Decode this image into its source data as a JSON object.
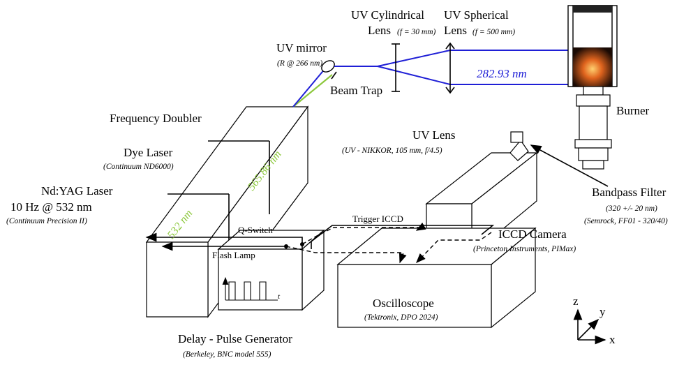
{
  "components": {
    "burner": {
      "label": "Burner"
    },
    "uv_mirror": {
      "label": "UV mirror",
      "detail": "(R @ 266 nm)"
    },
    "cyl_lens": {
      "line1": "UV Cylindrical",
      "line2": "Lens",
      "focal": "(f = 30 mm)"
    },
    "sph_lens": {
      "line1": "UV Spherical",
      "line2": "Lens",
      "focal": "(f = 500 mm)"
    },
    "beam_wavelength": "282.93 nm",
    "beam_trap": {
      "label": "Beam Trap"
    },
    "freq_doubler": {
      "label": "Frequency Doubler"
    },
    "dye_laser": {
      "label": "Dye Laser",
      "detail": "(Continuum ND6000)",
      "wavelength": "565.86 nm"
    },
    "ndyag_laser": {
      "line1": "Nd:YAG Laser",
      "line2": "10 Hz @ 532 nm",
      "detail": "(Continuum Precision II)",
      "wavelength": "532 nm"
    },
    "uv_lens": {
      "label": "UV Lens",
      "detail": "(UV - NIKKOR, 105 mm, f/4.5)"
    },
    "bandpass_filter": {
      "label": "Bandpass Filter",
      "detail1": "(320 +/- 20 nm)",
      "detail2": "(Semrock, FF01 - 320/40)"
    },
    "iccd_camera": {
      "label": "ICCD Camera",
      "detail": "(Princeton Instruments, PIMax)"
    },
    "oscilloscope": {
      "label": "Oscilloscope",
      "detail": "(Tektronix, DPO 2024)"
    },
    "pulse_generator": {
      "label": "Delay - Pulse Generator",
      "detail": "(Berkeley, BNC model 555)",
      "axis_t": "t"
    }
  },
  "signals": {
    "q_switch": "Q-Switch",
    "flash_lamp": "Flash Lamp",
    "trigger_iccd": "Trigger ICCD"
  },
  "axes": {
    "x": "x",
    "y": "y",
    "z": "z"
  },
  "colors": {
    "uv_beam": "#1f1fd6",
    "green_beam": "#8cc83c",
    "flame": "#e0641e"
  }
}
